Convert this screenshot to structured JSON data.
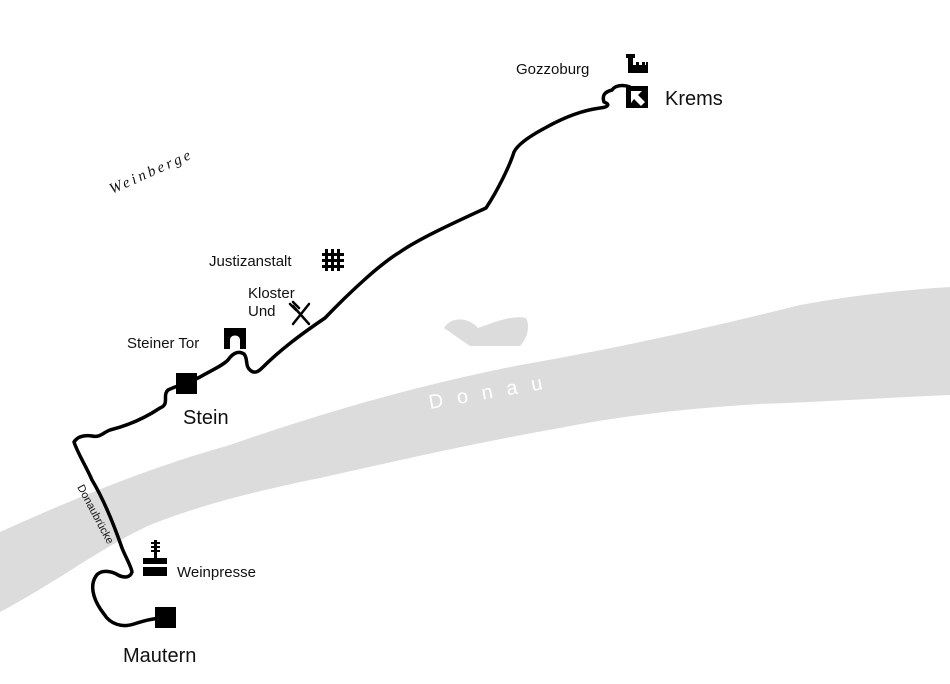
{
  "colors": {
    "river": "#dcdcdc",
    "route": "#000000",
    "ink": "#111111",
    "background": "#ffffff"
  },
  "places": {
    "krems": "Krems",
    "stein": "Stein",
    "mautern": "Mautern"
  },
  "pois": {
    "gozzoburg": "Gozzoburg",
    "justizanstalt": "Justizanstalt",
    "kloster_line1": "Kloster",
    "kloster_line2": "Und",
    "steiner_tor": "Steiner Tor",
    "weinpresse": "Weinpresse"
  },
  "region_label": "Weinberge",
  "river_label": "Donau",
  "bridge_label": "Donaubrücke",
  "icons": {
    "gozzoburg": "castle-icon",
    "krems": "arrow-northwest-icon",
    "justizanstalt": "prison-grid-icon",
    "kloster": "fork-knife-icon",
    "steiner_tor": "gate-arch-icon",
    "stein": "square-marker-icon",
    "weinpresse": "wine-press-icon",
    "mautern": "square-marker-icon"
  }
}
